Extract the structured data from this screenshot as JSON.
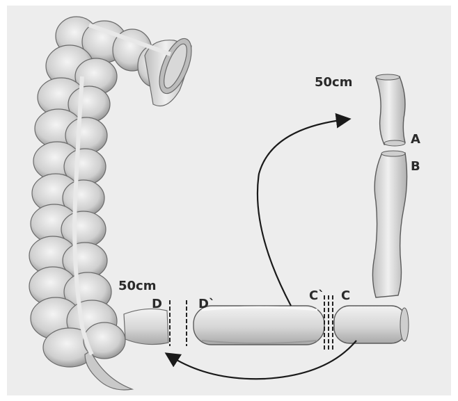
{
  "labels": {
    "length_top": "50cm",
    "length_bottom": "50cm",
    "point_a": "A",
    "point_b": "B",
    "point_c": "C",
    "point_c_prime": "C`",
    "point_d": "D",
    "point_d_prime": "D`"
  },
  "colors": {
    "frame": "#eeeeee",
    "tissue_fill": "#dcdcdc",
    "tissue_shade": "#a8a8a8",
    "outline": "#555555",
    "arrow": "#1a1a1a"
  }
}
